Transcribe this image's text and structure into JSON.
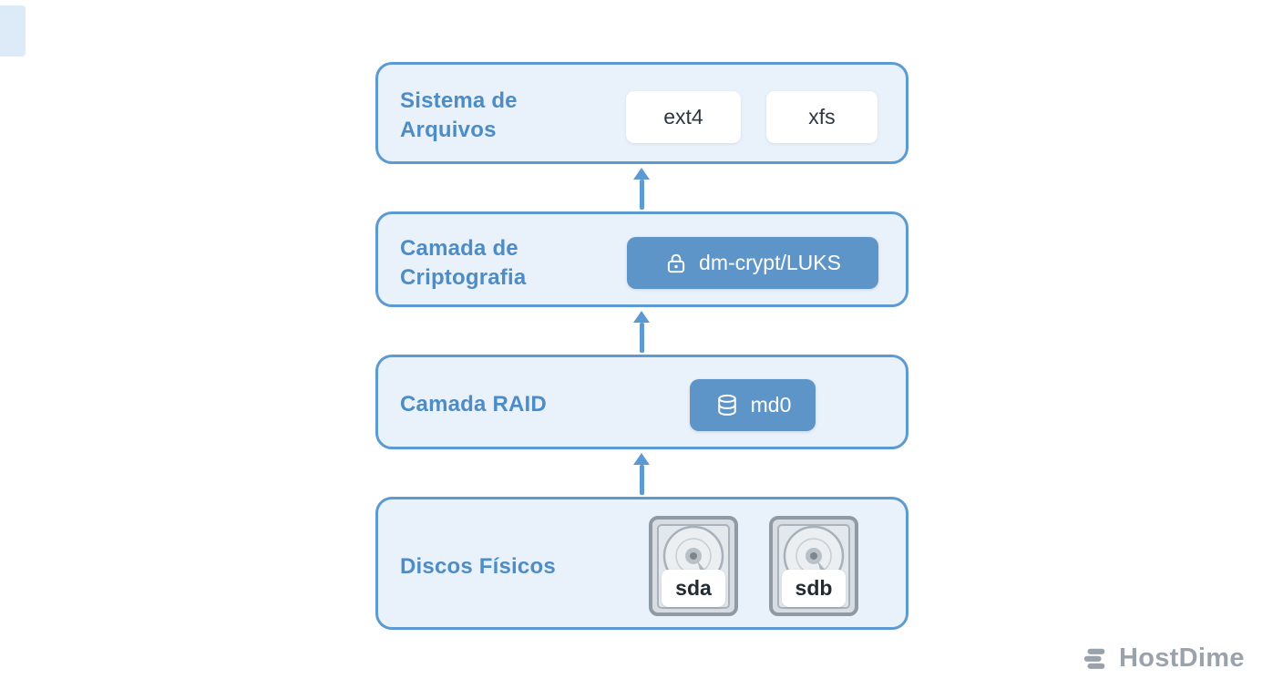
{
  "diagram": {
    "layers": [
      {
        "label": "Sistema de Arquivos",
        "badges": [
          "ext4",
          "xfs"
        ]
      },
      {
        "label": "Camada de Criptografia",
        "badges": [
          "dm-crypt/LUKS"
        ]
      },
      {
        "label": "Camada RAID",
        "badges": [
          "md0"
        ]
      },
      {
        "label": "Discos Físicos",
        "disks": [
          "sda",
          "sdb"
        ]
      }
    ]
  },
  "branding": {
    "logo_text": "HostDime"
  },
  "icons": {
    "encryption_badge": "lock-icon",
    "raid_badge": "database-icon",
    "physical_disk": "hdd-icon",
    "logo": "layers-icon"
  },
  "colors": {
    "box_fill": "#e9f1fa",
    "box_border": "#5b9ad2",
    "label_text": "#4d8cc6",
    "badge_blue": "#5e95c9",
    "arrow": "#5b9ad2",
    "badge_text_dark": "#2e3842",
    "logo_gray": "#9aa3ac"
  }
}
